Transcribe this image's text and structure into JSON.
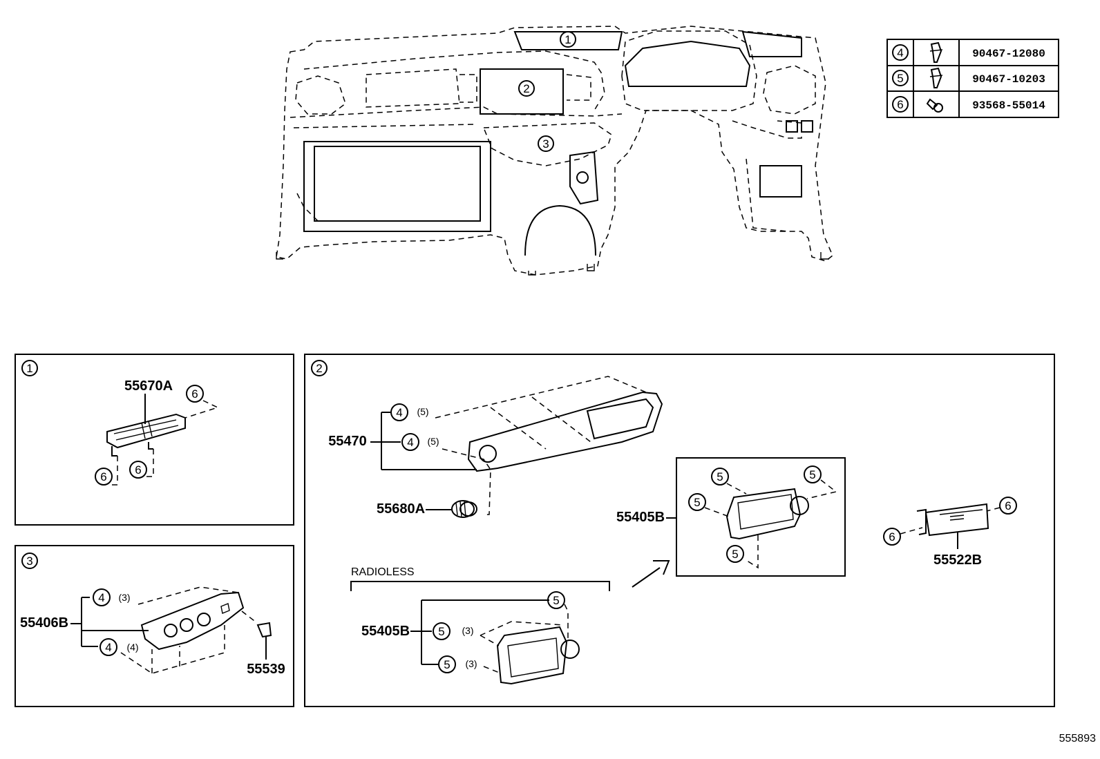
{
  "overview": {
    "callouts": [
      "1",
      "2",
      "3"
    ]
  },
  "fastener_table": [
    {
      "key": "4",
      "part": "90467-12080",
      "icon": "clip-icon"
    },
    {
      "key": "5",
      "part": "90467-10203",
      "icon": "clip-icon"
    },
    {
      "key": "6",
      "part": "93568-55014",
      "icon": "screw-icon"
    }
  ],
  "panel1": {
    "key": "1",
    "part": "55670A",
    "refs": [
      "6",
      "6",
      "6"
    ]
  },
  "panel2": {
    "key": "2",
    "part_bezel": "55470",
    "bezel_refs": [
      "4",
      "4"
    ],
    "bezel_qtys": [
      "(5)",
      "(5)"
    ],
    "part_knob": "55680A",
    "part_radio": "55405B",
    "radio_refs": [
      "5",
      "5",
      "5",
      "5"
    ],
    "part_switch": "55522B",
    "switch_refs": [
      "6",
      "6"
    ],
    "radioless_label": "RADIOLESS",
    "radioless_part": "55405B",
    "radioless_refs": [
      "5",
      "5",
      "5"
    ],
    "radioless_qtys": [
      "(3)",
      "(3)"
    ]
  },
  "panel3": {
    "key": "3",
    "part_cluster": "55406B",
    "cluster_refs": [
      "4",
      "4"
    ],
    "cluster_qtys": [
      "(3)",
      "(4)"
    ],
    "part_clip": "55539"
  },
  "footer_code": "555893"
}
